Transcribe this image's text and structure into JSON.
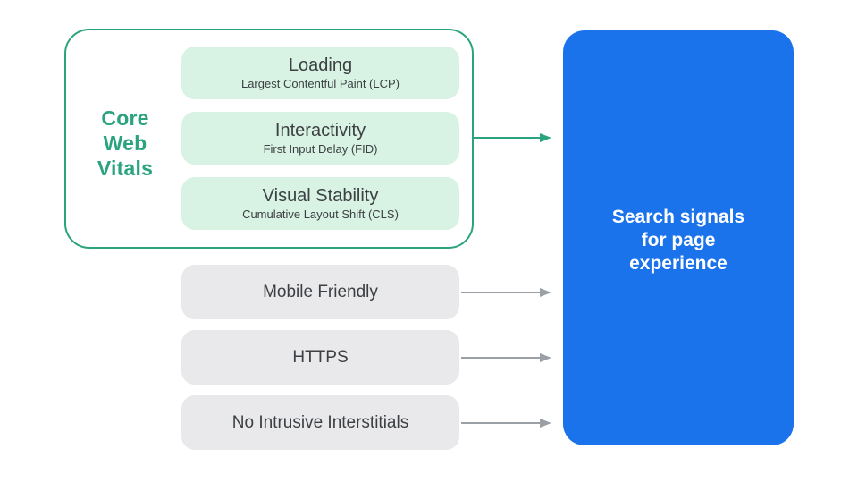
{
  "diagram": {
    "title_semantic": "Core Web Vitals and search signals for page experience diagram"
  },
  "colors": {
    "teal": "#2AA37E",
    "mint_pill": "#D8F2E4",
    "gray_pill": "#E9E9EB",
    "dark_text": "#3C4043",
    "arrow_gray": "#9AA0A6",
    "blue_box": "#1B73EC",
    "white_text": "#FFFFFF",
    "background": "#FFFFFF"
  },
  "core_web_vitals": {
    "label_lines": [
      "Core",
      "Web",
      "Vitals"
    ],
    "items": [
      {
        "title": "Loading",
        "subtitle": "Largest Contentful Paint (LCP)"
      },
      {
        "title": "Interactivity",
        "subtitle": "First Input Delay (FID)"
      },
      {
        "title": "Visual Stability",
        "subtitle": "Cumulative Layout Shift (CLS)"
      }
    ]
  },
  "other_factors": [
    {
      "label": "Mobile Friendly"
    },
    {
      "label": "HTTPS"
    },
    {
      "label": "No Intrusive Interstitials"
    }
  ],
  "signal_box": {
    "lines": [
      "Search signals",
      "for page",
      "experience"
    ]
  }
}
